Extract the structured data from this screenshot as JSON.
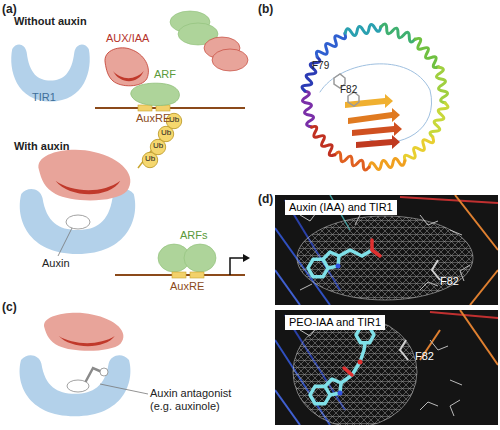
{
  "diagram": {
    "nodes": [
      {
        "text": [
          "TIR1"
        ]
      },
      {
        "text": [
          "AUX/IAA"
        ]
      },
      {
        "text": [
          "ARF"
        ]
      },
      {
        "text": [
          "Ub"
        ]
      },
      {
        "text": [
          "Ub"
        ]
      },
      {
        "text": [
          "Ub"
        ]
      },
      {
        "text": [
          "Ub"
        ]
      },
      {
        "text": [
          "Auxin (IAA) and TIR1",
          "F82"
        ]
      },
      {
        "text": [
          "PEO-IAA and TIR1",
          "F82"
        ]
      }
    ],
    "labels": [
      "(a)",
      "Without auxin",
      "AuxRE",
      "With auxin",
      "Auxin",
      "ARFs",
      "AuxRE",
      "(b)",
      "F79",
      "F82",
      "(c)",
      "Auxin antagonist (e.g. auxinole)",
      "(d)"
    ]
  }
}
